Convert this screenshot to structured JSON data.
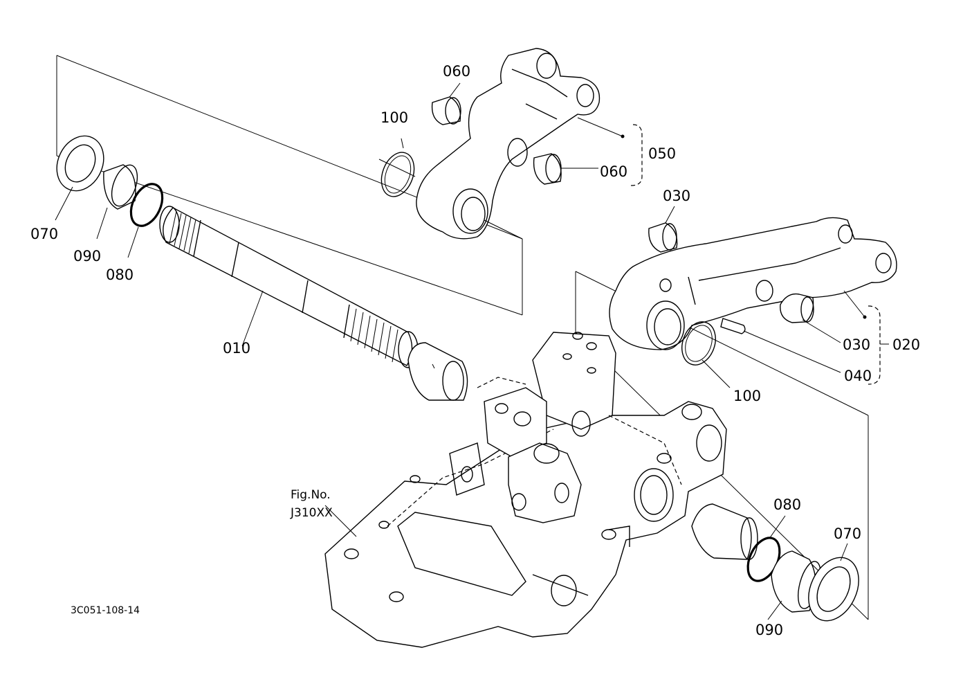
{
  "figure": {
    "fig_label_line1": "Fig.No.",
    "fig_label_line2": "J310XX",
    "drawing_code": "3C051-108-14"
  },
  "callouts": {
    "c010": "010",
    "c020": "020",
    "c030_top": "030",
    "c030_right": "030",
    "c040": "040",
    "c050": "050",
    "c060_top": "060",
    "c060_right": "060",
    "c070_left": "070",
    "c070_right": "070",
    "c080_left": "080",
    "c080_right": "080",
    "c090_left": "090",
    "c090_right": "090",
    "c100_top": "100",
    "c100_right": "100"
  }
}
